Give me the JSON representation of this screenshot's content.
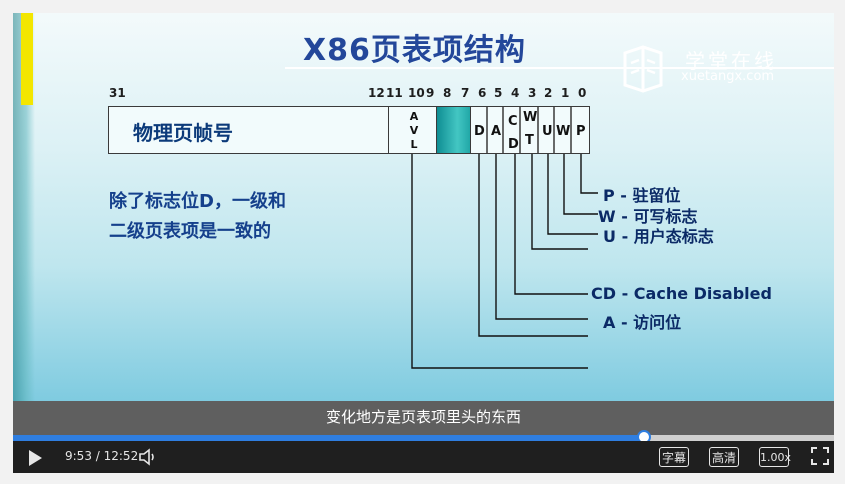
{
  "slide": {
    "title": "X86页表项结构",
    "logo_cn": "学堂在线",
    "logo_en": "xuetangx.com",
    "bit_numbers": {
      "b31": "31",
      "b12": "12",
      "b11": "11",
      "b10": "10",
      "b9": "9",
      "b8": "8",
      "b7": "7",
      "b6": "6",
      "b5": "5",
      "b4": "4",
      "b3": "3",
      "b2": "2",
      "b1": "1",
      "b0": "0"
    },
    "frame_label": "物理页帧号",
    "avl": [
      "A",
      "V",
      "L"
    ],
    "cells": {
      "d": "D",
      "a": "A",
      "cd_c": "C",
      "cd_d": "D",
      "wt_w": "W",
      "wt_t": "T",
      "u": "U",
      "w": "W",
      "p": "P"
    },
    "note_line1": "除了标志位D，一级和",
    "note_line2": "二级页表项是一致的",
    "legend": {
      "p": "P - 驻留位",
      "w": "W - 可写标志",
      "u": "U - 用户态标志",
      "cd": "CD - Cache Disabled",
      "a": "A - 访问位"
    },
    "colors": {
      "title": "#23479a",
      "accent_bar": "#f3e600",
      "teal_cell": "#1ea5a5"
    }
  },
  "player": {
    "subtitle": "变化地方是页表项里头的东西",
    "time": "9:53 / 12:52",
    "progress": 0.768,
    "subtitle_btn": "字幕",
    "quality_btn": "高清",
    "speed_btn": "1.00x",
    "icons": {
      "play": "play-icon",
      "volume": "volume-icon",
      "fullscreen": "fullscreen-icon"
    },
    "colors": {
      "progress": "#2f7ee0"
    }
  }
}
